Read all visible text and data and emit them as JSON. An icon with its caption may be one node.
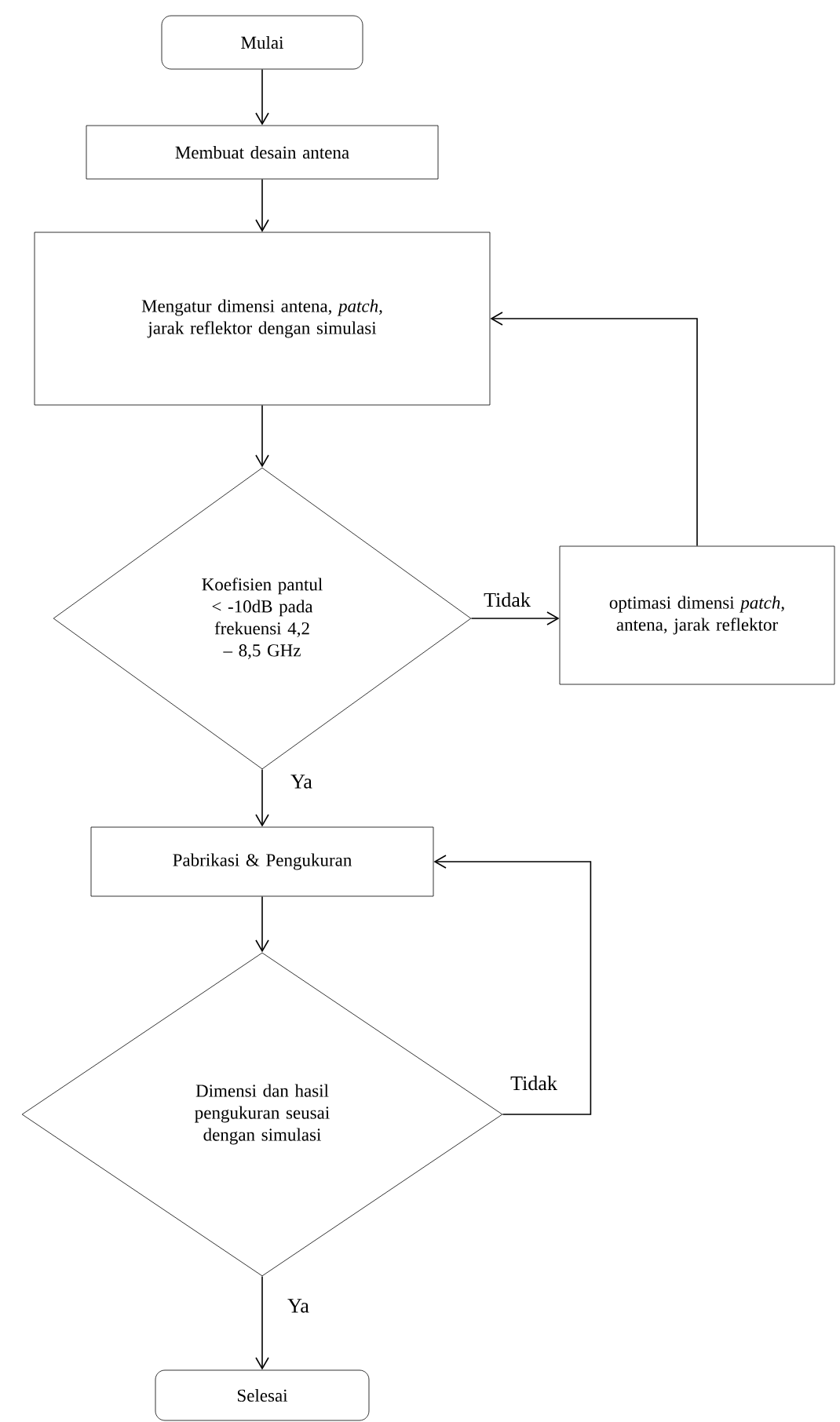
{
  "diagram": {
    "nodes": [
      {
        "text": [
          "Mulai"
        ]
      },
      {
        "text": [
          "Membuat desain antena"
        ]
      },
      {
        "text": [
          "Mengatur dimensi antena, *patch*, jarak reflektor dengan simulasi"
        ]
      },
      {
        "text": [
          "Koefisien pantul < -10dB pada frekuensi 4,2 – 8,5 GHz"
        ]
      },
      {
        "text": [
          "optimasi dimensi *patch*, antena, jarak reflektor"
        ]
      },
      {
        "text": [
          "Pabrikasi & Pengukuran"
        ]
      },
      {
        "text": [
          "Dimensi dan hasil pengukuran seusai dengan simulasi"
        ]
      },
      {
        "text": [
          "Selesai"
        ]
      }
    ],
    "edges": [
      {
        "from": 0,
        "to": 1,
        "arrow": "to"
      },
      {
        "from": 1,
        "to": 2,
        "arrow": "to"
      },
      {
        "from": 2,
        "to": 3,
        "arrow": "to"
      },
      {
        "from": 3,
        "to": 4,
        "arrow": "to",
        "label": "Tidak"
      },
      {
        "from": 4,
        "to": 2,
        "arrow": "to"
      },
      {
        "from": 3,
        "to": 5,
        "arrow": "to",
        "label": "Ya"
      },
      {
        "from": 5,
        "to": 6,
        "arrow": "to"
      },
      {
        "from": 6,
        "to": 5,
        "arrow": "to",
        "label": "Tidak"
      },
      {
        "from": 6,
        "to": 7,
        "arrow": "to",
        "label": "Ya"
      }
    ]
  }
}
